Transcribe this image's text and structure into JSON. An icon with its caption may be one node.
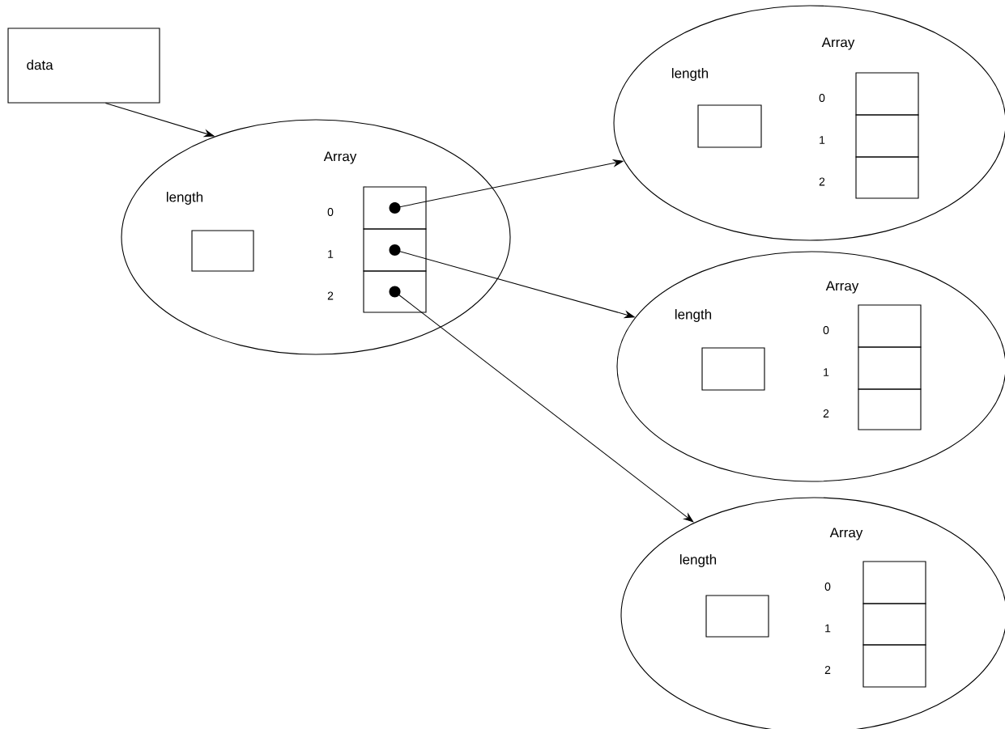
{
  "diagram": {
    "nodes": [
      {
        "text": [
          "data"
        ]
      },
      {
        "text": [
          "length",
          "Array"
        ]
      },
      {
        "text": [],
        "shape": "box",
        "in": 1
      },
      {
        "text": [],
        "shape": "box",
        "in": 1,
        "beside": [
          "0"
        ]
      },
      {
        "text": [],
        "shape": "box",
        "in": 1,
        "beside": [
          "1"
        ]
      },
      {
        "text": [],
        "shape": "box",
        "in": 1,
        "beside": [
          "2"
        ]
      },
      {
        "text": [
          "length",
          "Array"
        ]
      },
      {
        "text": [],
        "shape": "box",
        "in": 6
      },
      {
        "text": [],
        "shape": "box",
        "in": 6,
        "beside": [
          "0"
        ]
      },
      {
        "text": [],
        "shape": "box",
        "in": 6,
        "beside": [
          "1"
        ]
      },
      {
        "text": [],
        "shape": "box",
        "in": 6,
        "beside": [
          "2"
        ]
      },
      {
        "text": [
          "length",
          "Array"
        ]
      },
      {
        "text": [],
        "shape": "box",
        "in": 11
      },
      {
        "text": [],
        "shape": "box",
        "in": 11,
        "beside": [
          "0"
        ]
      },
      {
        "text": [],
        "shape": "box",
        "in": 11,
        "beside": [
          "1"
        ]
      },
      {
        "text": [],
        "shape": "box",
        "in": 11,
        "beside": [
          "2"
        ]
      },
      {
        "text": [
          "length",
          "Array"
        ]
      },
      {
        "text": [],
        "shape": "box",
        "in": 16
      },
      {
        "text": [],
        "shape": "box",
        "in": 16,
        "beside": [
          "0"
        ]
      },
      {
        "text": [],
        "shape": "box",
        "in": 16,
        "beside": [
          "1"
        ]
      },
      {
        "text": [],
        "shape": "box",
        "in": 16,
        "beside": [
          "2"
        ]
      }
    ],
    "edges": [
      {
        "from": 0,
        "to": 1,
        "arrow": "to"
      },
      {
        "from": 3,
        "to": 6,
        "arrow": "to"
      },
      {
        "from": 4,
        "to": 11,
        "arrow": "to"
      },
      {
        "from": 5,
        "to": 16,
        "arrow": "to"
      }
    ]
  }
}
